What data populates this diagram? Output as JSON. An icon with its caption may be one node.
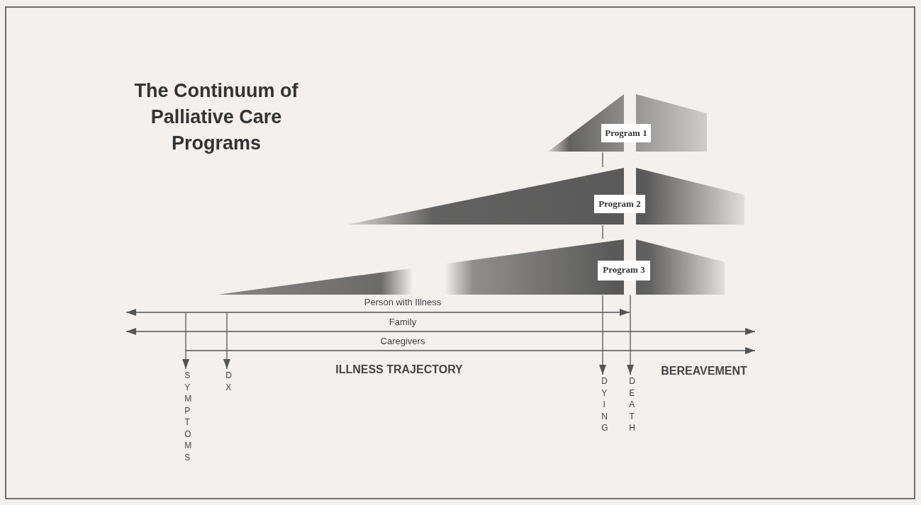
{
  "diagram": {
    "title": "The Continuum of Palliative Care Programs",
    "nodes": [
      {
        "text": [
          "Program 1"
        ]
      },
      {
        "text": [
          "Program 2"
        ]
      },
      {
        "text": [
          "Program 3"
        ]
      },
      {
        "text": [
          "SYMPTOMS"
        ]
      },
      {
        "text": [
          "DX"
        ]
      },
      {
        "text": [
          "DYING"
        ]
      },
      {
        "text": [
          "DEATH"
        ]
      }
    ],
    "edges": [
      {
        "from": null,
        "to": 3,
        "arrow": "to"
      },
      {
        "from": null,
        "to": 4,
        "arrow": "to"
      },
      {
        "from": 0,
        "to": 1,
        "arrow": "none"
      },
      {
        "from": 1,
        "to": 2,
        "arrow": "none"
      },
      {
        "from": 2,
        "to": 5,
        "arrow": "to"
      },
      {
        "from": 2,
        "to": 6,
        "arrow": "to"
      }
    ],
    "labels": [
      "Person with Illness",
      "Family",
      "Caregivers",
      "ILLNESS TRAJECTORY",
      "BEREAVEMENT"
    ]
  }
}
